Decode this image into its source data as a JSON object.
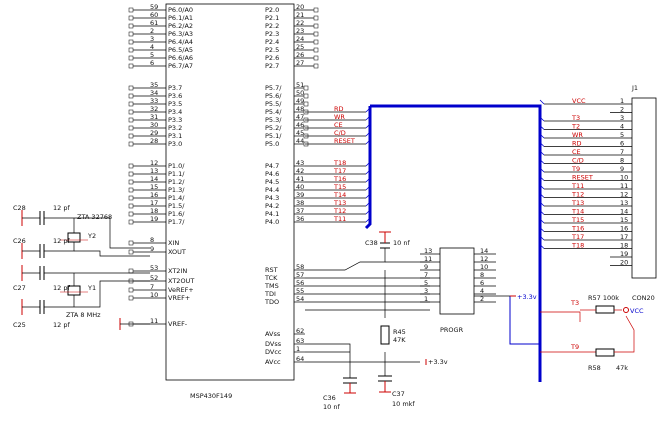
{
  "ic": {
    "name": "MSP430F149",
    "left_pins": [
      {
        "num": "59",
        "label": "P6.0/A0"
      },
      {
        "num": "60",
        "label": "P6.1/A1"
      },
      {
        "num": "61",
        "label": "P6.2/A2"
      },
      {
        "num": "2",
        "label": "P6.3/A3"
      },
      {
        "num": "3",
        "label": "P6.4/A4"
      },
      {
        "num": "4",
        "label": "P6.5/A5"
      },
      {
        "num": "5",
        "label": "P6.6/A6"
      },
      {
        "num": "6",
        "label": "P6.7/A7"
      },
      {
        "num": "35",
        "label": "P3.7"
      },
      {
        "num": "34",
        "label": "P3.6"
      },
      {
        "num": "33",
        "label": "P3.5"
      },
      {
        "num": "32",
        "label": "P3.4"
      },
      {
        "num": "31",
        "label": "P3.3"
      },
      {
        "num": "30",
        "label": "P3.2"
      },
      {
        "num": "29",
        "label": "P3.1"
      },
      {
        "num": "28",
        "label": "P3.0"
      },
      {
        "num": "12",
        "label": "P1.0/"
      },
      {
        "num": "13",
        "label": "P1.1/"
      },
      {
        "num": "14",
        "label": "P1.2/"
      },
      {
        "num": "15",
        "label": "P1.3/"
      },
      {
        "num": "16",
        "label": "P1.4/"
      },
      {
        "num": "17",
        "label": "P1.5/"
      },
      {
        "num": "18",
        "label": "P1.6/"
      },
      {
        "num": "19",
        "label": "P1.7/"
      },
      {
        "num": "8",
        "label": "XIN"
      },
      {
        "num": "9",
        "label": "XOUT"
      },
      {
        "num": "53",
        "label": "XT2IN"
      },
      {
        "num": "52",
        "label": "XT2OUT"
      },
      {
        "num": "7",
        "label": "VeREF+"
      },
      {
        "num": "10",
        "label": "VREF+"
      },
      {
        "num": "11",
        "label": "VREF-"
      }
    ],
    "right_pins": [
      {
        "num": "20",
        "label": "P2.0"
      },
      {
        "num": "21",
        "label": "P2.1"
      },
      {
        "num": "22",
        "label": "P2.2"
      },
      {
        "num": "23",
        "label": "P2.3"
      },
      {
        "num": "24",
        "label": "P2.4"
      },
      {
        "num": "25",
        "label": "P2.5"
      },
      {
        "num": "26",
        "label": "P2.6"
      },
      {
        "num": "27",
        "label": "P2.7"
      },
      {
        "num": "51",
        "label": "P5.7/"
      },
      {
        "num": "50",
        "label": "P5.6/"
      },
      {
        "num": "49",
        "label": "P5.5/"
      },
      {
        "num": "48",
        "label": "P5.4/"
      },
      {
        "num": "47",
        "label": "P5.3/"
      },
      {
        "num": "46",
        "label": "P5.2/"
      },
      {
        "num": "45",
        "label": "P5.1/"
      },
      {
        "num": "44",
        "label": "P5.0"
      },
      {
        "num": "43",
        "label": "P4.7"
      },
      {
        "num": "42",
        "label": "P4.6"
      },
      {
        "num": "41",
        "label": "P4.5"
      },
      {
        "num": "40",
        "label": "P4.4"
      },
      {
        "num": "39",
        "label": "P4.3"
      },
      {
        "num": "38",
        "label": "P4.2"
      },
      {
        "num": "37",
        "label": "P4.1"
      },
      {
        "num": "36",
        "label": "P4.0"
      },
      {
        "num": "58",
        "label": "RST"
      },
      {
        "num": "57",
        "label": "TCK"
      },
      {
        "num": "56",
        "label": "TMS"
      },
      {
        "num": "55",
        "label": "TDI"
      },
      {
        "num": "54",
        "label": "TDO"
      },
      {
        "num": "62",
        "label": "AVss"
      },
      {
        "num": "63",
        "label": "DVss"
      },
      {
        "num": "1",
        "label": "DVcc"
      },
      {
        "num": "64",
        "label": "AVcc"
      }
    ]
  },
  "nets_p5": [
    "RD",
    "WR",
    "CE",
    "C/D",
    "RESET"
  ],
  "nets_p4": [
    "T18",
    "T17",
    "T16",
    "T15",
    "T14",
    "T13",
    "T12",
    "T11"
  ],
  "osc": {
    "c1": "C25",
    "c1_val": "12 pf",
    "c2": "C26",
    "c2_val": "12 pf",
    "c3": "C27",
    "c3_val": "12 pf",
    "c4": "C28",
    "c4_val": "12 pf",
    "x1": "ZTA 32768",
    "x1_ref": "Y2",
    "x2": "ZTA 8 MHz",
    "x2_ref": "Y1"
  },
  "progr": {
    "name": "PROGR",
    "left_nums": [
      "13",
      "11",
      "9",
      "7",
      "5",
      "3",
      "1"
    ],
    "right_nums": [
      "14",
      "12",
      "10",
      "8",
      "6",
      "4",
      "2"
    ],
    "supply": "+3.3v"
  },
  "passives": {
    "c36": "C36",
    "c36_val": "10 nf",
    "r45": "R45",
    "r45_val": "47K",
    "c38": "C38",
    "c38_val": "10 nf",
    "c37": "C37",
    "c37_val": "10 mkf",
    "supply2": "+3.3v",
    "r57": "R57 100k",
    "r58": "R58",
    "r58_val": "47k",
    "vcc": "VCC"
  },
  "connector": {
    "ref": "J1",
    "name": "CON20",
    "nums": [
      "1",
      "2",
      "3",
      "4",
      "5",
      "6",
      "7",
      "8",
      "9",
      "10",
      "11",
      "12",
      "13",
      "14",
      "15",
      "16",
      "17",
      "18",
      "19",
      "20"
    ],
    "labels": [
      "VCC",
      "",
      "T3",
      "T2",
      "WR",
      "RD",
      "CE",
      "C/D",
      "T9",
      "RESET",
      "T11",
      "T12",
      "T13",
      "T14",
      "T15",
      "T16",
      "T17",
      "T18",
      "",
      ""
    ],
    "bus_labels": [
      "T3",
      "T9"
    ]
  }
}
